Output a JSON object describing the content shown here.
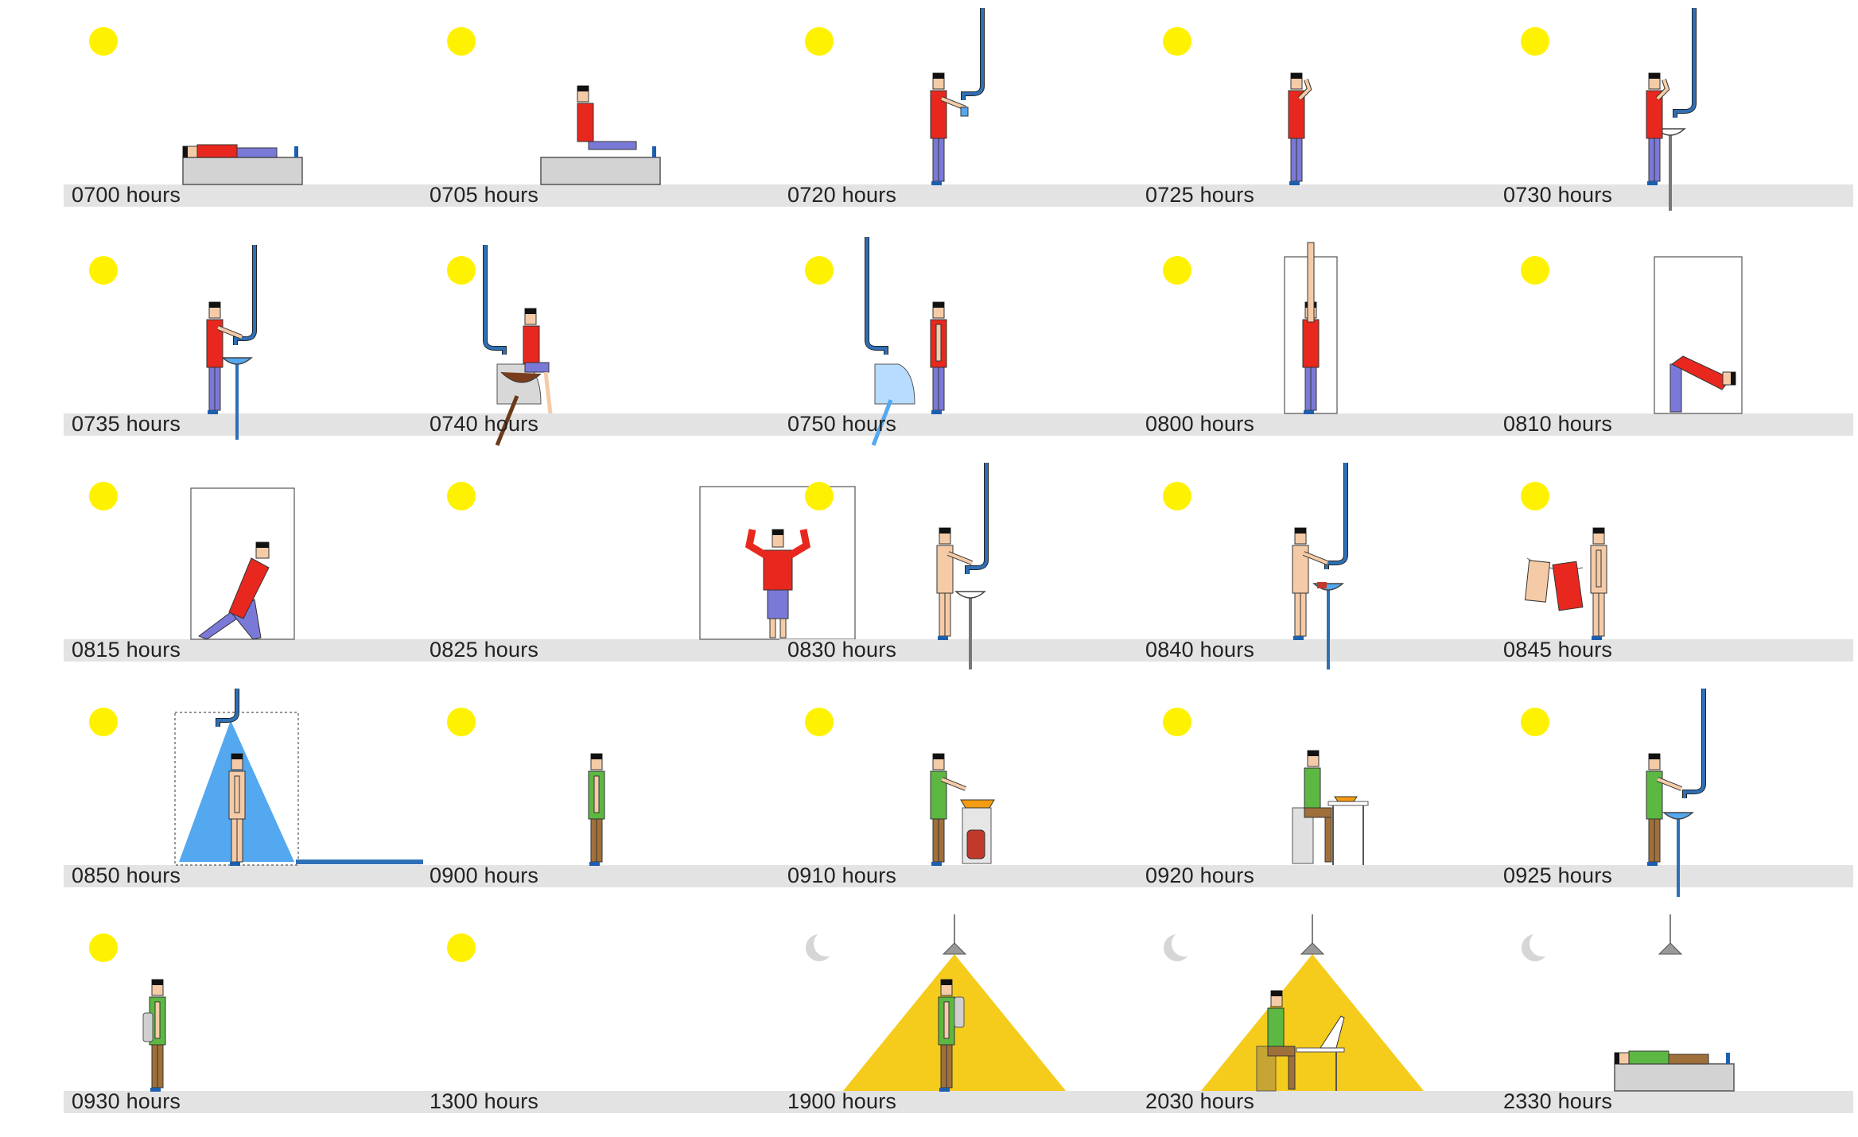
{
  "cells": [
    {
      "time": "0700 hours",
      "sky": "sun",
      "scene": "lie-bed",
      "shirt": "#e8281e",
      "pants": "#7b79d8"
    },
    {
      "time": "0705 hours",
      "sky": "sun",
      "scene": "sit-bed",
      "shirt": "#e8281e",
      "pants": "#7b79d8"
    },
    {
      "time": "0720 hours",
      "sky": "sun",
      "scene": "fill-cup",
      "shirt": "#e8281e",
      "pants": "#7b79d8"
    },
    {
      "time": "0725 hours",
      "sky": "sun",
      "scene": "brush-teeth",
      "shirt": "#e8281e",
      "pants": "#7b79d8"
    },
    {
      "time": "0730 hours",
      "sky": "sun",
      "scene": "brush-sink",
      "shirt": "#e8281e",
      "pants": "#7b79d8"
    },
    {
      "time": "0735 hours",
      "sky": "sun",
      "scene": "wash-sink",
      "shirt": "#e8281e",
      "pants": "#7b79d8"
    },
    {
      "time": "0740 hours",
      "sky": "sun",
      "scene": "toilet-sit",
      "shirt": "#e8281e",
      "pants": "#7b79d8"
    },
    {
      "time": "0750 hours",
      "sky": "sun",
      "scene": "toilet-flush",
      "shirt": "#e8281e",
      "pants": "#7b79d8"
    },
    {
      "time": "0800 hours",
      "sky": "sun",
      "scene": "stretch-up",
      "shirt": "#e8281e",
      "pants": "#7b79d8"
    },
    {
      "time": "0810 hours",
      "sky": "sun",
      "scene": "bend-over",
      "shirt": "#e8281e",
      "pants": "#7b79d8"
    },
    {
      "time": "0815 hours",
      "sky": "sun",
      "scene": "lunge",
      "shirt": "#e8281e",
      "pants": "#7b79d8"
    },
    {
      "time": "0825 hours",
      "sky": "sun",
      "scene": "arms-up",
      "shirt": "#e8281e",
      "pants": "#7b79d8"
    },
    {
      "time": "0830 hours",
      "sky": "sun",
      "scene": "wash-clothes",
      "shirt": "#f5cba7",
      "pants": "#f5cba7"
    },
    {
      "time": "0840 hours",
      "sky": "sun",
      "scene": "wash-basin",
      "shirt": "#f5cba7",
      "pants": "#f5cba7"
    },
    {
      "time": "0845 hours",
      "sky": "sun",
      "scene": "hang-clothes",
      "shirt": "#f5cba7",
      "pants": "#f5cba7"
    },
    {
      "time": "0850 hours",
      "sky": "sun",
      "scene": "shower",
      "shirt": "#f5cba7",
      "pants": "#f5cba7"
    },
    {
      "time": "0900 hours",
      "sky": "sun",
      "scene": "stand",
      "shirt": "#5cb842",
      "pants": "#a0703a"
    },
    {
      "time": "0910 hours",
      "sky": "sun",
      "scene": "cook",
      "shirt": "#5cb842",
      "pants": "#a0703a"
    },
    {
      "time": "0920 hours",
      "sky": "sun",
      "scene": "eat",
      "shirt": "#5cb842",
      "pants": "#a0703a"
    },
    {
      "time": "0925 hours",
      "sky": "sun",
      "scene": "wash-dishes",
      "shirt": "#5cb842",
      "pants": "#a0703a"
    },
    {
      "time": "0930 hours",
      "sky": "sun",
      "scene": "backpack",
      "shirt": "#5cb842",
      "pants": "#a0703a"
    },
    {
      "time": "1300 hours",
      "sky": "sun",
      "scene": "empty",
      "shirt": "#5cb842",
      "pants": "#a0703a"
    },
    {
      "time": "1900 hours",
      "sky": "moon",
      "scene": "lamp-backpack",
      "shirt": "#5cb842",
      "pants": "#a0703a"
    },
    {
      "time": "2030 hours",
      "sky": "moon",
      "scene": "lamp-laptop",
      "shirt": "#5cb842",
      "pants": "#a0703a"
    },
    {
      "time": "2330 hours",
      "sky": "moon",
      "scene": "sleep",
      "shirt": "#5cb842",
      "pants": "#a0703a"
    }
  ],
  "colors": {
    "sun": "#fff200",
    "moon": "#d6d6d6",
    "floor": "#e3e3e3",
    "pipe": "#2e6fb5",
    "water": "#54a8f0",
    "bed": "#d3d3d3",
    "light": "#f5cc1c",
    "skin": "#f5cba7",
    "hair": "#111111",
    "shoe": "#1c5fb0"
  }
}
